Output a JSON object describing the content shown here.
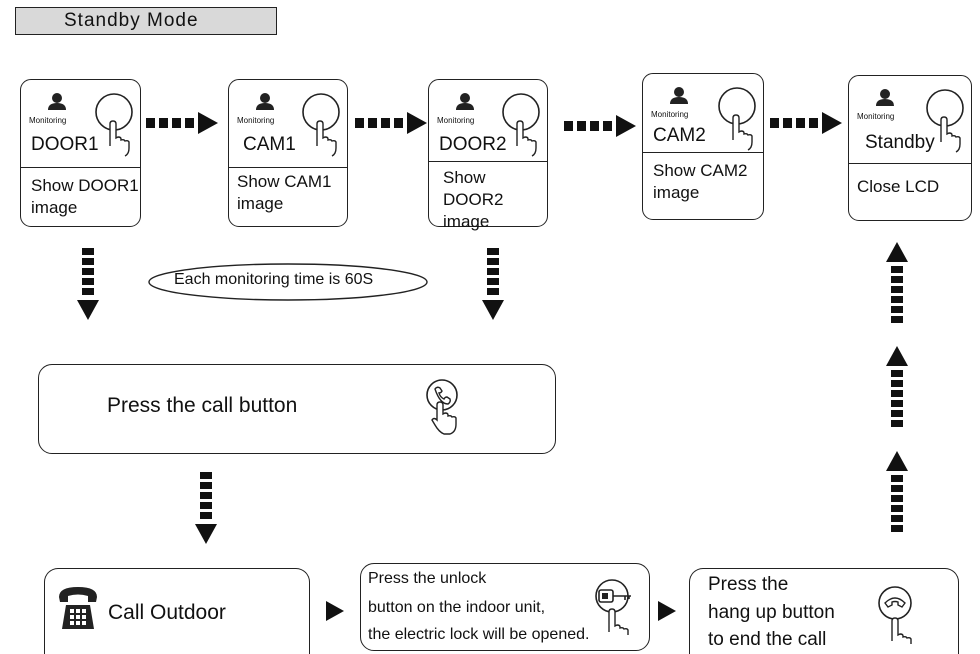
{
  "title": "Standby Mode",
  "monitor_label": "Monitoring",
  "steps": [
    {
      "device": "DOOR1",
      "desc": "Show DOOR1\nimage"
    },
    {
      "device": "CAM1",
      "desc": "Show  CAM1\nimage"
    },
    {
      "device": "DOOR2",
      "desc": "Show DOOR2\nimage"
    },
    {
      "device": "CAM2",
      "desc": "Show CAM2\nimage"
    },
    {
      "device": "Standby",
      "desc": "Close LCD"
    }
  ],
  "note": "Each monitoring time is 60S",
  "call_button_text": "Press the call button",
  "call_outdoor_text": "Call Outdoor",
  "unlock_text": [
    "Press the unlock",
    "button on the indoor unit,",
    "the electric lock will be opened."
  ],
  "hangup_text": [
    "Press the",
    "hang up button",
    "to end the call"
  ],
  "icons": [
    "person-icon",
    "touch-hand-icon",
    "call-button-icon",
    "telephone-icon",
    "key-icon",
    "hang-up-icon",
    "dashed-arrow-icon"
  ]
}
